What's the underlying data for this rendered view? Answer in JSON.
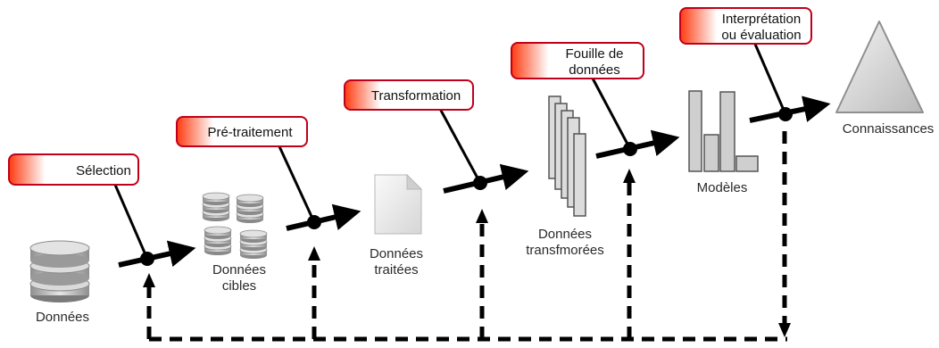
{
  "colors": {
    "step_border": "#c0001a",
    "step_gradient_start": "#ff3a10",
    "step_gradient_end": "#ffffff",
    "arrow": "#000000",
    "icon_gray": "#9a9a9a",
    "icon_light": "#e4e4e4"
  },
  "steps": [
    {
      "id": "selection",
      "lines": [
        "Sélection"
      ]
    },
    {
      "id": "pretraitement",
      "lines": [
        "Pré-traitement"
      ]
    },
    {
      "id": "transformation",
      "lines": [
        "Transformation"
      ]
    },
    {
      "id": "fouille",
      "lines": [
        "Fouille de",
        "données"
      ]
    },
    {
      "id": "interpretation",
      "lines": [
        "Interprétation",
        "ou évaluation"
      ]
    }
  ],
  "nodes": [
    {
      "id": "donnees",
      "icon": "database-icon",
      "lines": [
        "Données"
      ]
    },
    {
      "id": "donnees-cibles",
      "icon": "database-stack-icon",
      "lines": [
        "Données",
        "cibles"
      ]
    },
    {
      "id": "donnees-traitees",
      "icon": "document-icon",
      "lines": [
        "Données",
        "traitées"
      ]
    },
    {
      "id": "donnees-transformees",
      "icon": "stacked-sheets-icon",
      "lines": [
        "Données",
        "transfmorées"
      ]
    },
    {
      "id": "modeles",
      "icon": "bar-chart-icon",
      "lines": [
        "Modèles"
      ]
    },
    {
      "id": "connaissances",
      "icon": "triangle-icon",
      "lines": [
        "Connaissances"
      ]
    }
  ]
}
